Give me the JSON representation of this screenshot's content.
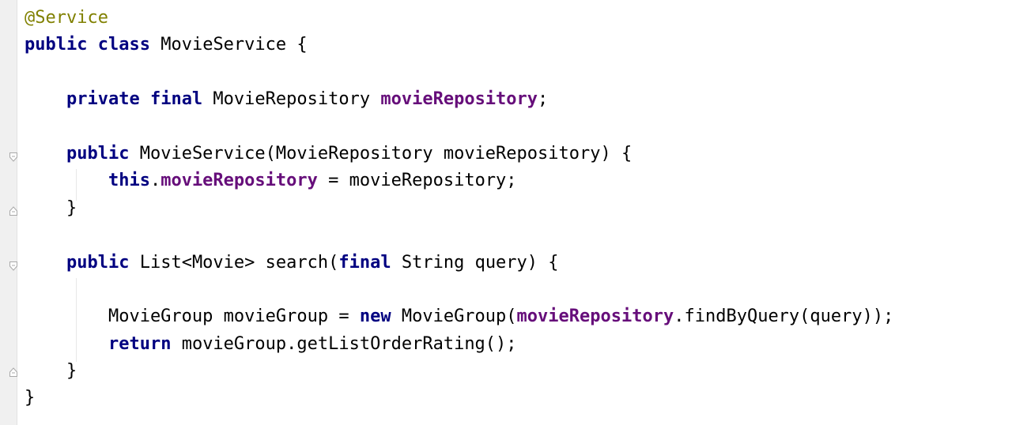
{
  "editor": {
    "language": "Java",
    "colors": {
      "keyword": "#000080",
      "annotation": "#808000",
      "field": "#660e7a",
      "text": "#000000",
      "gutter": "#f0f0f0"
    },
    "gutter_icons": [
      "fold-start-icon",
      "fold-end-icon",
      "fold-start-icon",
      "fold-end-icon"
    ],
    "lines": [
      [
        {
          "t": "ann",
          "v": "@Service"
        }
      ],
      [
        {
          "t": "kw",
          "v": "public"
        },
        {
          "t": "plain",
          "v": " "
        },
        {
          "t": "kw",
          "v": "class"
        },
        {
          "t": "plain",
          "v": " MovieService {"
        }
      ],
      [],
      [
        {
          "t": "plain",
          "v": "    "
        },
        {
          "t": "kw",
          "v": "private"
        },
        {
          "t": "plain",
          "v": " "
        },
        {
          "t": "kw",
          "v": "final"
        },
        {
          "t": "plain",
          "v": " MovieRepository "
        },
        {
          "t": "field",
          "v": "movieRepository"
        },
        {
          "t": "plain",
          "v": ";"
        }
      ],
      [],
      [
        {
          "t": "plain",
          "v": "    "
        },
        {
          "t": "kw",
          "v": "public"
        },
        {
          "t": "plain",
          "v": " MovieService(MovieRepository movieRepository) {"
        }
      ],
      [
        {
          "t": "plain",
          "v": "        "
        },
        {
          "t": "kw",
          "v": "this"
        },
        {
          "t": "plain",
          "v": "."
        },
        {
          "t": "field",
          "v": "movieRepository"
        },
        {
          "t": "plain",
          "v": " = movieRepository;"
        }
      ],
      [
        {
          "t": "plain",
          "v": "    }"
        }
      ],
      [],
      [
        {
          "t": "plain",
          "v": "    "
        },
        {
          "t": "kw",
          "v": "public"
        },
        {
          "t": "plain",
          "v": " List<Movie> search("
        },
        {
          "t": "kw",
          "v": "final"
        },
        {
          "t": "plain",
          "v": " String query) {"
        }
      ],
      [],
      [
        {
          "t": "plain",
          "v": "        MovieGroup movieGroup = "
        },
        {
          "t": "kw",
          "v": "new"
        },
        {
          "t": "plain",
          "v": " MovieGroup("
        },
        {
          "t": "field",
          "v": "movieRepository"
        },
        {
          "t": "plain",
          "v": ".findByQuery(query));"
        }
      ],
      [
        {
          "t": "plain",
          "v": "        "
        },
        {
          "t": "kw",
          "v": "return"
        },
        {
          "t": "plain",
          "v": " movieGroup.getListOrderRating();"
        }
      ],
      [
        {
          "t": "plain",
          "v": "    }"
        }
      ],
      [
        {
          "t": "plain",
          "v": "}"
        }
      ]
    ]
  }
}
